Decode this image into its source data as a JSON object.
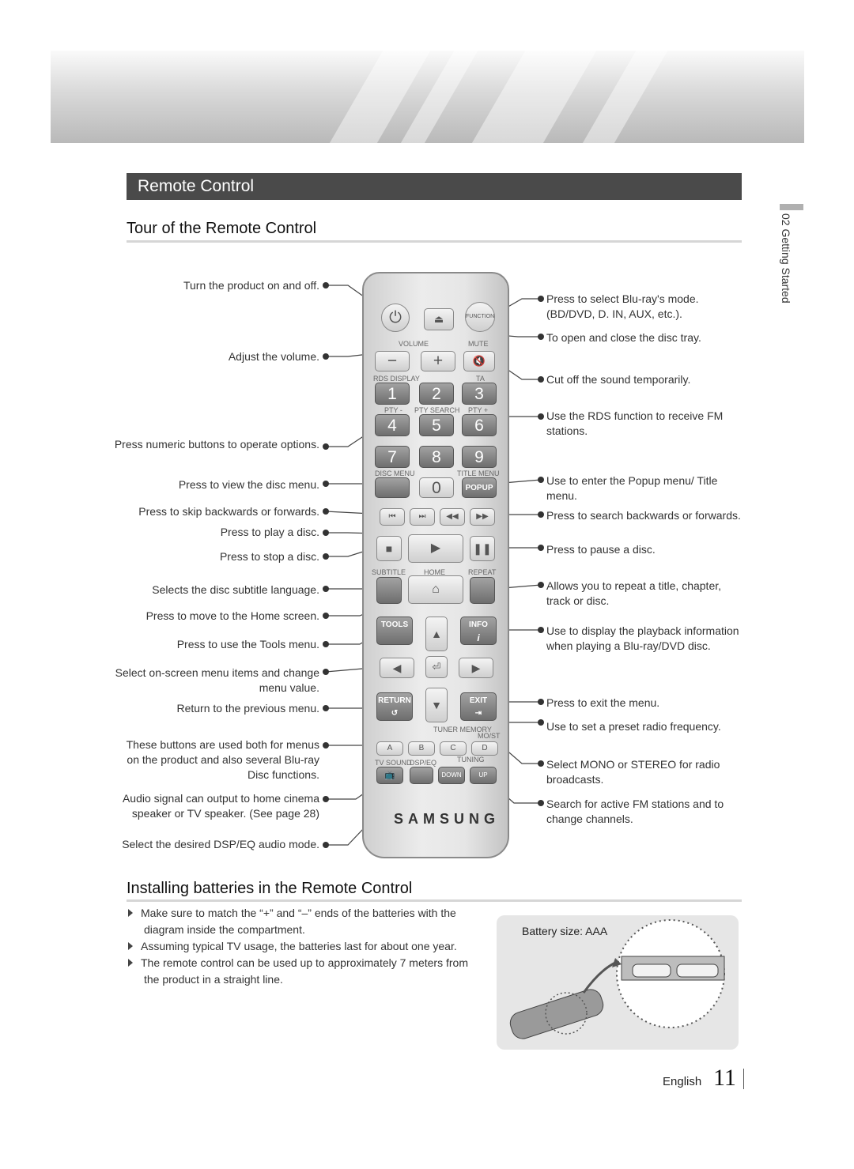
{
  "section_title": "Remote Control",
  "side_tab": "02  Getting Started",
  "tour_heading": "Tour of the Remote Control",
  "install_heading": "Installing batteries in the Remote Control",
  "left_labels": [
    "Turn the product on and off.",
    "Adjust the volume.",
    "Press numeric buttons to operate options.",
    "Press to view the disc menu.",
    "Press to skip backwards or forwards.",
    "Press to play a disc.",
    "Press to stop a disc.",
    "Selects the disc subtitle language.",
    "Press to move to the Home screen.",
    "Press to use the Tools menu.",
    "Select on-screen menu items and change menu value.",
    "Return to the previous menu.",
    "These buttons are used both for menus on the product and also several Blu-ray Disc functions.",
    "Audio signal can output to home cinema speaker or TV speaker. (See page 28)",
    "Select the desired DSP/EQ audio mode."
  ],
  "right_labels": [
    "Press to select Blu-ray's mode. (BD/DVD, D. IN, AUX, etc.).",
    "To open and close the disc tray.",
    "Cut off the sound temporarily.",
    "Use the RDS function to receive FM stations.",
    "Use to enter the Popup menu/ Title menu.",
    "Press to search backwards or forwards.",
    "Press to pause a disc.",
    "Allows you to repeat a title, chapter, track or disc.",
    "Use to display the playback information when playing a Blu-ray/DVD disc.",
    "Press to exit the menu.",
    "Use to set a preset radio frequency.",
    "Select MONO or STEREO for radio broadcasts.",
    "Search for active FM stations and to change channels."
  ],
  "remote": {
    "function": "FUNCTION",
    "volume": "VOLUME",
    "mute": "MUTE",
    "minus": "−",
    "plus": "+",
    "rds_display": "RDS DISPLAY",
    "ta": "TA",
    "pty_minus": "PTY -",
    "pty_search": "PTY SEARCH",
    "pty_plus": "PTY +",
    "digits": [
      "1",
      "2",
      "3",
      "4",
      "5",
      "6",
      "7",
      "8",
      "9",
      "0"
    ],
    "disc_menu": "DISC MENU",
    "title_menu": "TITLE MENU",
    "popup": "POPUP",
    "subtitle": "SUBTITLE",
    "home": "HOME",
    "repeat": "REPEAT",
    "tools": "TOOLS",
    "info": "INFO",
    "info_i": "i",
    "return": "RETURN",
    "exit": "EXIT",
    "tuner_memory": "TUNER MEMORY",
    "mo_st": "MO/ST",
    "abcd": [
      "A",
      "B",
      "C",
      "D"
    ],
    "tv_sound": "TV SOUND",
    "dsp_eq": "DSP/EQ",
    "tuning": "TUNING",
    "down": "DOWN",
    "up": "UP",
    "brand": "SAMSUNG"
  },
  "bullets": [
    "Make sure to match the “+” and “–” ends of the batteries with the diagram inside the compartment.",
    "Assuming typical TV usage, the batteries last for about one year.",
    "The remote control can be used up to approximately 7 meters from the product in a straight line."
  ],
  "battery_size": "Battery size: AAA",
  "footer": {
    "language": "English",
    "page": "11"
  },
  "colors": {
    "section_bar": "#4a4a4a",
    "rule": "#d6d6d6",
    "button_dark": "#7a7a7a"
  }
}
